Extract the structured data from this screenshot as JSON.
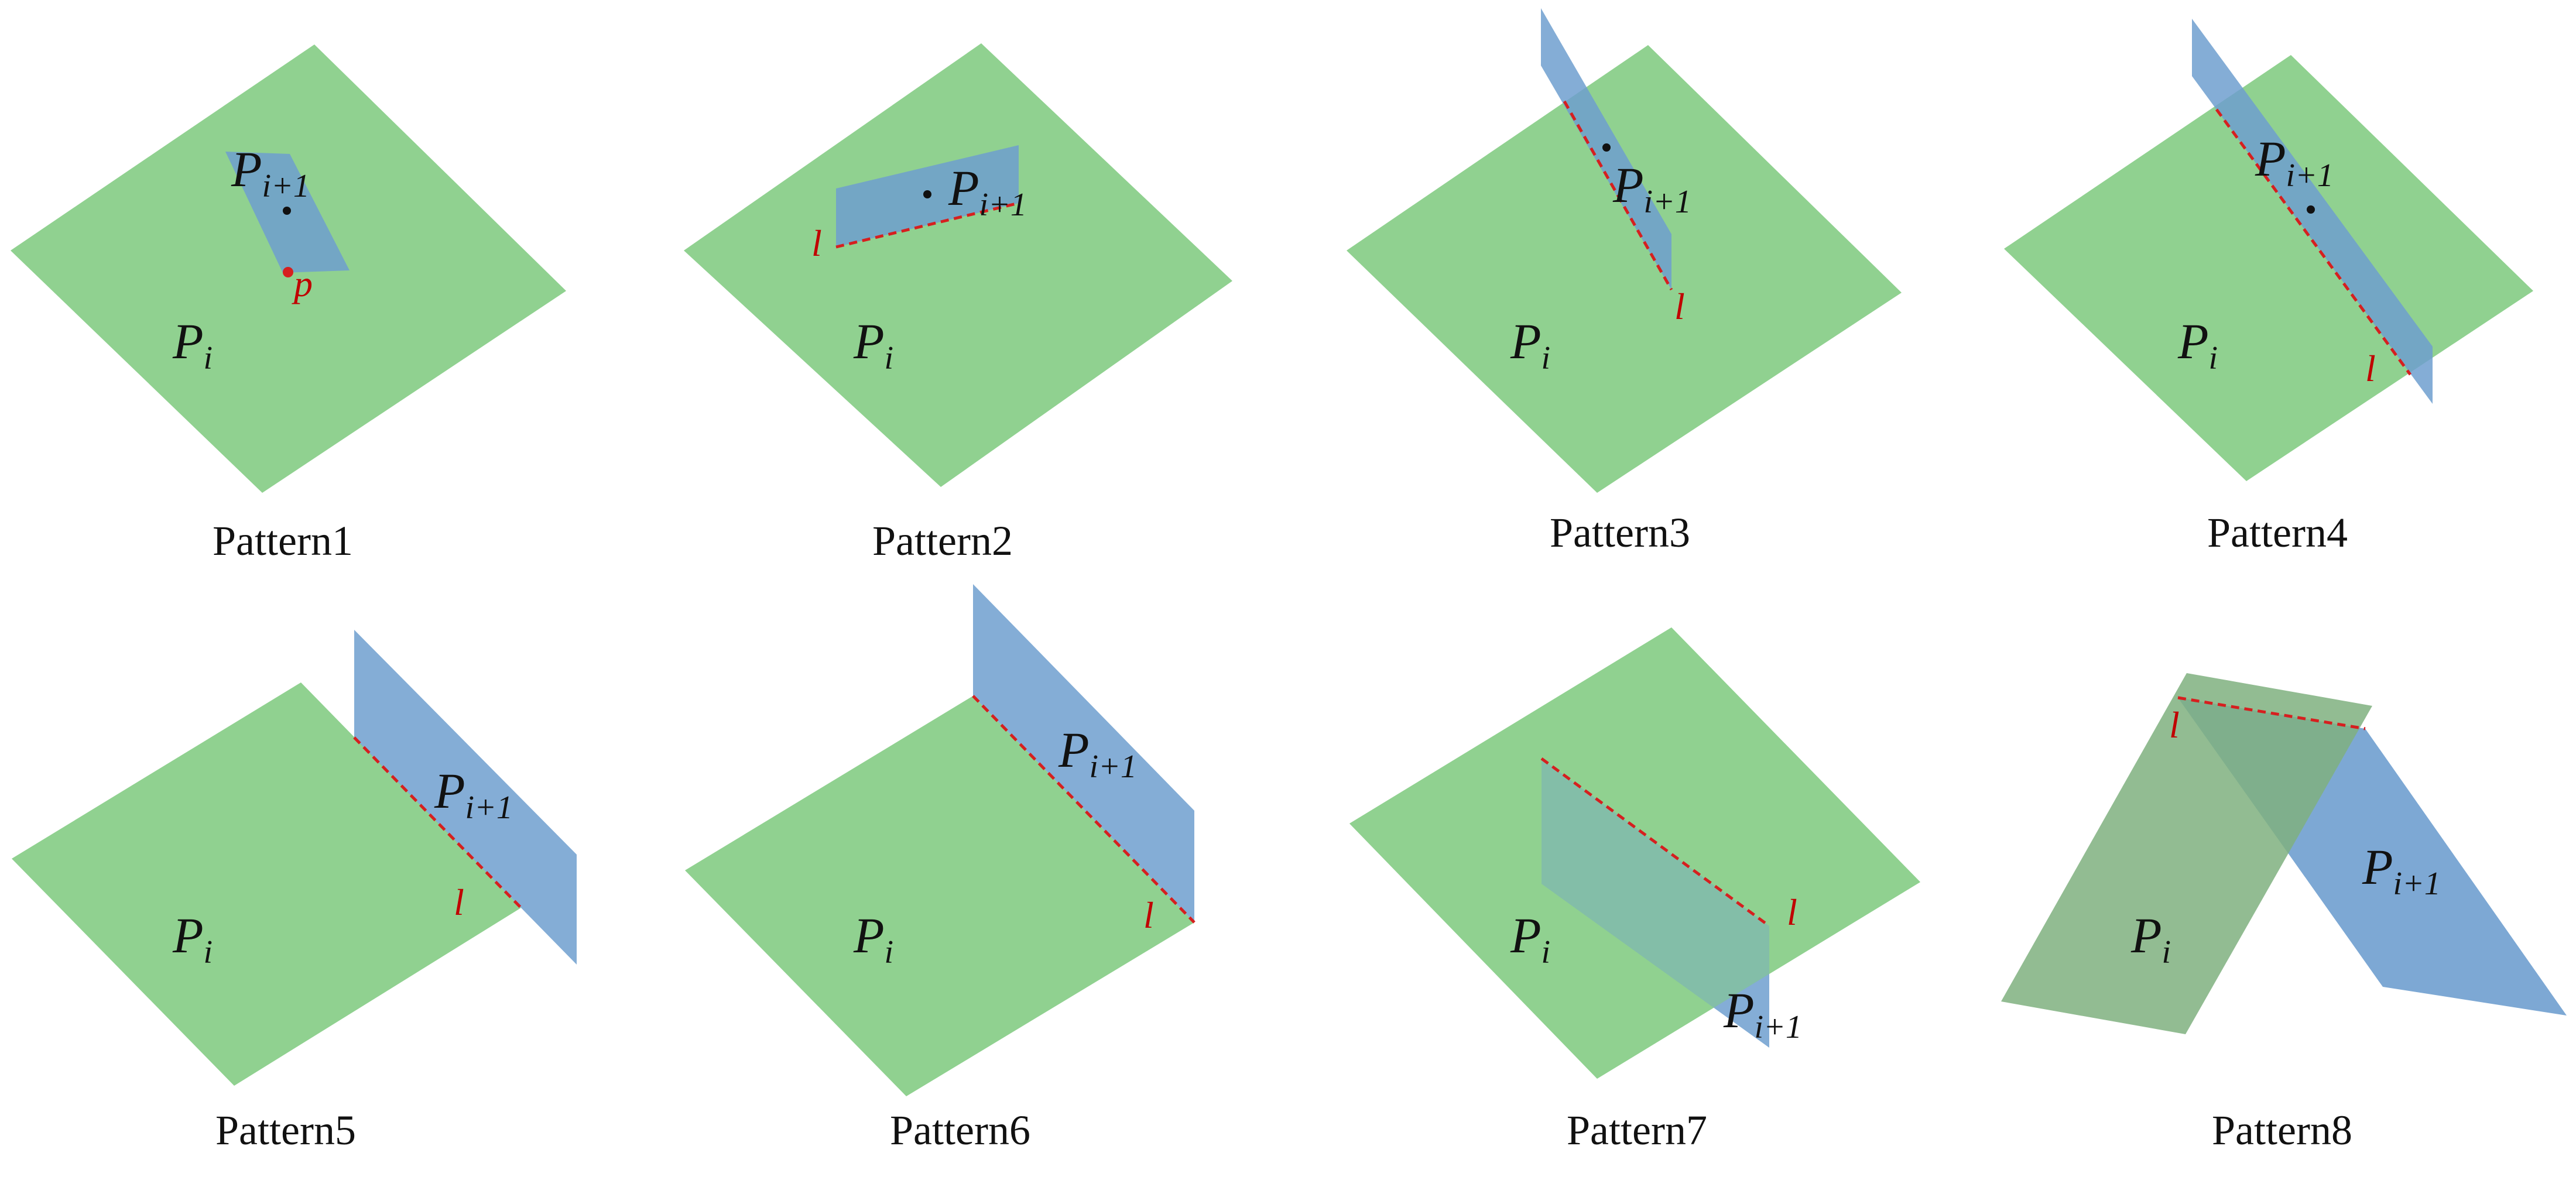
{
  "colors": {
    "plane_i": "#90d190",
    "plane_i1": "#6f9fcf",
    "intersection": "#d61f1f",
    "text": "#111111"
  },
  "symbols": {
    "P": "P",
    "i": "i",
    "i1": "i+1",
    "l": "l",
    "p": "p"
  },
  "patterns": [
    {
      "caption": "Pattern1"
    },
    {
      "caption": "Pattern2"
    },
    {
      "caption": "Pattern3"
    },
    {
      "caption": "Pattern4"
    },
    {
      "caption": "Pattern5"
    },
    {
      "caption": "Pattern6"
    },
    {
      "caption": "Pattern7"
    },
    {
      "caption": "Pattern8"
    }
  ]
}
